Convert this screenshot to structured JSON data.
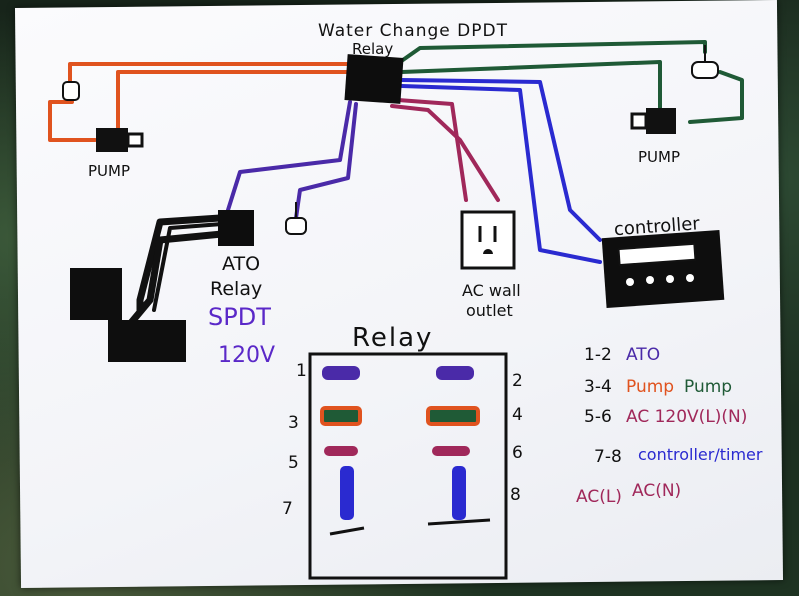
{
  "title_line1": "Water Change DPDT",
  "title_line2": "Relay",
  "pump_left_label": "PUMP",
  "pump_right_label": "PUMP",
  "controller_label": "controller",
  "ato_label_line1": "ATO",
  "ato_label_line2": "Relay",
  "ato_spec_line1": "SPDT",
  "ato_spec_line2": "120V",
  "outlet_label_line1": "AC wall",
  "outlet_label_line2": "outlet",
  "relay_label": "Relay",
  "pin_numbers": [
    "1",
    "2",
    "3",
    "4",
    "5",
    "6",
    "7",
    "8"
  ],
  "legend": {
    "l1_pins": "1-2",
    "l1_text": "ATO",
    "l2_pins": "3-4",
    "l2_text_a": "Pump",
    "l2_text_b": "Pump",
    "l3_pins": "5-6",
    "l3_text": "AC 120V(L)(N)",
    "l4_pins": "7-8",
    "l4_text": "controller/timer",
    "l5_text_a": "AC(L)",
    "l5_text_b": "AC(N)"
  },
  "colors": {
    "orange": "#e0531f",
    "green": "#1f5a36",
    "purple": "#4a2aa8",
    "magenta": "#a0285a",
    "blue": "#2a2ad0",
    "ink": "#111111"
  }
}
